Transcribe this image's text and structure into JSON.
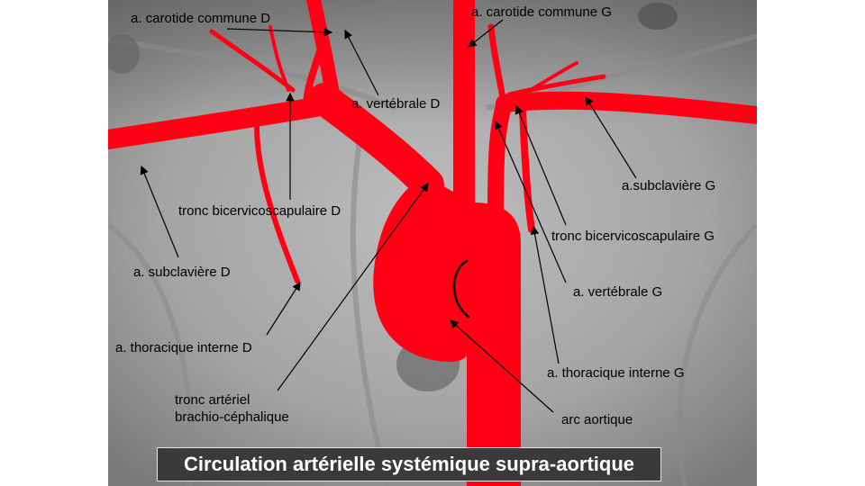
{
  "labels": {
    "carotid_right": "a. carotide commune D",
    "carotid_left": "a. carotide commune G",
    "vertebral_right": "a. vertébrale D",
    "subclavian_left": "a.subclavière G",
    "thyrocervical_right": "tronc bicervicoscapulaire D",
    "thyrocervical_left": "tronc bicervicoscapulaire G",
    "subclavian_right": "a. subclavière D",
    "vertebral_left": "a. vertébrale G",
    "internal_thoracic_right": "a. thoracique interne D",
    "internal_thoracic_left": "a. thoracique interne G",
    "brachiocephalic_line1": "tronc artériel",
    "brachiocephalic_line2": "brachio-céphalique",
    "aortic_arch": "arc aortique"
  },
  "title": "Circulation artérielle systémique supra-aortique",
  "colors": {
    "artery": "#ff0015",
    "title_bg": "#3a3a3a",
    "title_text": "#ffffff",
    "label_text": "#000000"
  }
}
